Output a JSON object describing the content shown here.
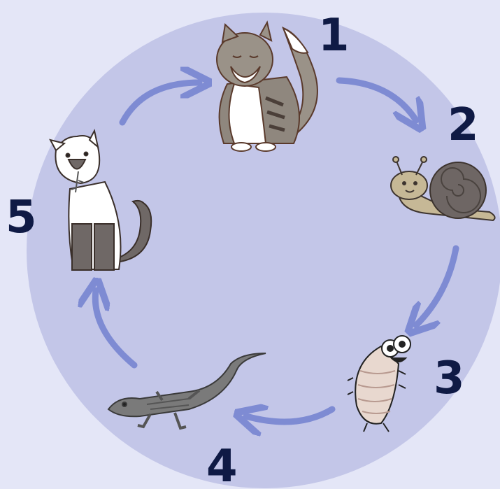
{
  "diagram": {
    "type": "cycle",
    "steps": [
      {
        "number": "1",
        "icon": "fluffy-cat-icon"
      },
      {
        "number": "2",
        "icon": "snail-icon"
      },
      {
        "number": "3",
        "icon": "larva-bug-icon"
      },
      {
        "number": "4",
        "icon": "lizard-icon"
      },
      {
        "number": "5",
        "icon": "siamese-cat-icon"
      }
    ],
    "colors": {
      "background": "#e4e6f7",
      "circle": "#c3c6e8",
      "arrow": "#7b88d2",
      "numbers": "#0f1a45"
    }
  }
}
